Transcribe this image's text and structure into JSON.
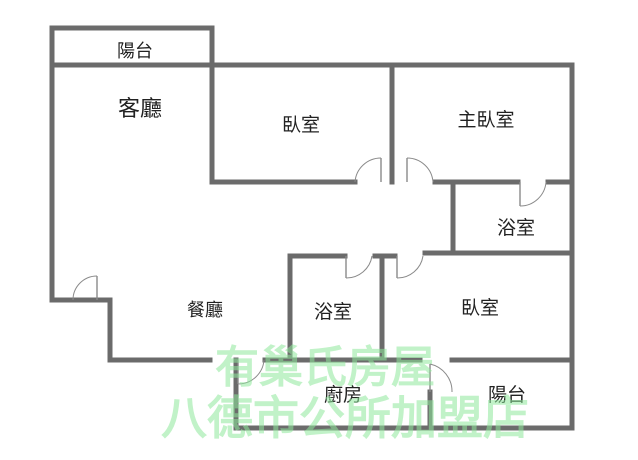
{
  "rooms": {
    "balcony_top": "陽台",
    "living_room": "客廳",
    "bedroom_1": "臥室",
    "master_bedroom": "主臥室",
    "bathroom_1": "浴室",
    "dining_room": "餐廳",
    "bathroom_2": "浴室",
    "bedroom_2": "臥室",
    "kitchen": "廚房",
    "balcony_bottom": "陽台"
  },
  "watermark": {
    "line1": "有巢氏房屋",
    "line2": "八德市公所加盟店"
  },
  "colors": {
    "wall": "#6b6b6b",
    "text": "#222222",
    "watermark": "#8ee89a"
  }
}
